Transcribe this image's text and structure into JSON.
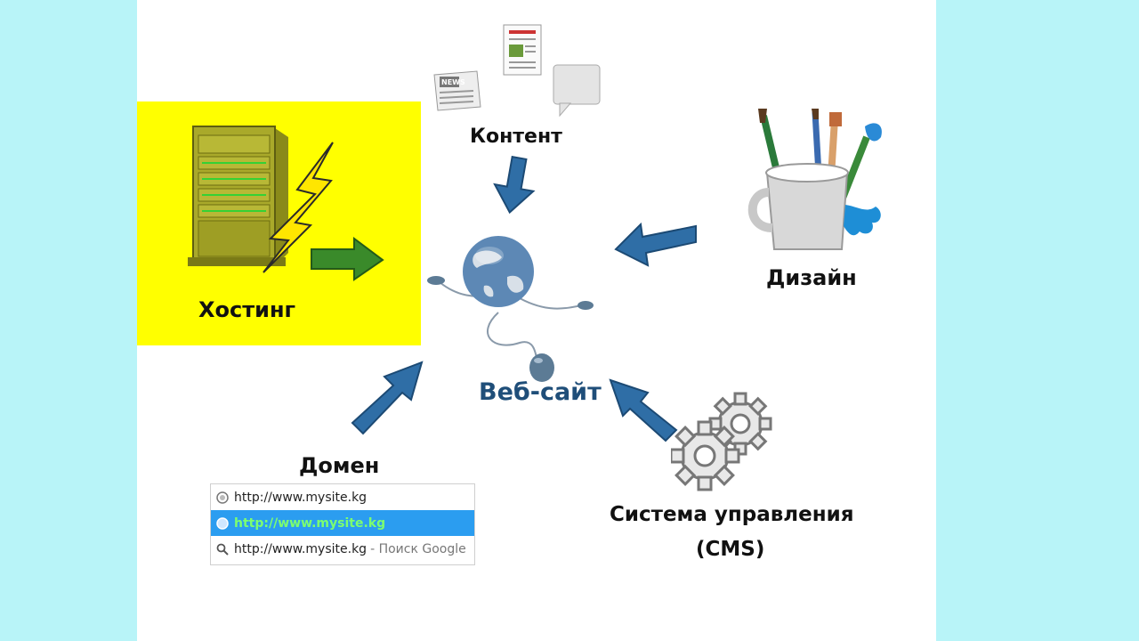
{
  "nodes": {
    "content": "Контент",
    "design": "Дизайн",
    "hosting": "Хостинг",
    "domain": "Домен",
    "website": "Веб-сайт",
    "cms_line1": "Система управления",
    "cms_line2": "(CMS)"
  },
  "news_badge": "NEWS",
  "address_bar": {
    "row1": "http://www.mysite.kg",
    "row2": "http://www.mysite.kg",
    "row3_url": "http://www.mysite.kg",
    "row3_suffix": "- Поиск Google"
  },
  "colors": {
    "background": "#b8f4f8",
    "hosting_highlight": "#ffff00",
    "arrow_blue": "#2f6ea6",
    "arrow_green": "#3a8a2a",
    "website_text": "#1f4e79",
    "selected_row": "#2b9df0"
  },
  "icons": [
    "server-icon",
    "lightning-icon",
    "news-icon",
    "document-icon",
    "speech-bubble-icon",
    "globe-icon",
    "mouse-icon",
    "brush-cup-icon",
    "gears-icon",
    "globe-small-icon",
    "search-icon"
  ]
}
